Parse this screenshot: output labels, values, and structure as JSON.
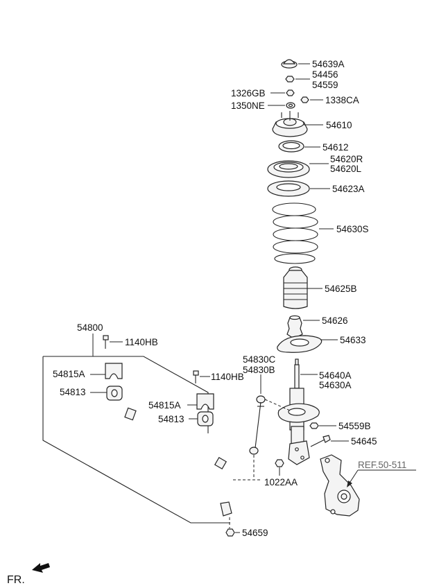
{
  "diagram": {
    "labels": {
      "p54639A": "54639A",
      "p54456": "54456",
      "p54559": "54559",
      "p1326GB": "1326GB",
      "p1338CA": "1338CA",
      "p1350NE": "1350NE",
      "p54610": "54610",
      "p54612": "54612",
      "p54620R": "54620R",
      "p54620L": "54620L",
      "p54623A": "54623A",
      "p54630S": "54630S",
      "p54625B": "54625B",
      "p54626": "54626",
      "p54633": "54633",
      "p54800": "54800",
      "p1140HB_a": "1140HB",
      "p54815A_a": "54815A",
      "p54813_a": "54813",
      "p1140HB_b": "1140HB",
      "p54815A_b": "54815A",
      "p54813_b": "54813",
      "p54830C": "54830C",
      "p54830B": "54830B",
      "p54640A": "54640A",
      "p54630A": "54630A",
      "p54559B": "54559B",
      "p54645": "54645",
      "p1022AA": "1022AA",
      "ref": "REF.50-511",
      "p54659": "54659",
      "front": "FR."
    },
    "icons": [
      "front-direction-arrow-icon"
    ]
  }
}
